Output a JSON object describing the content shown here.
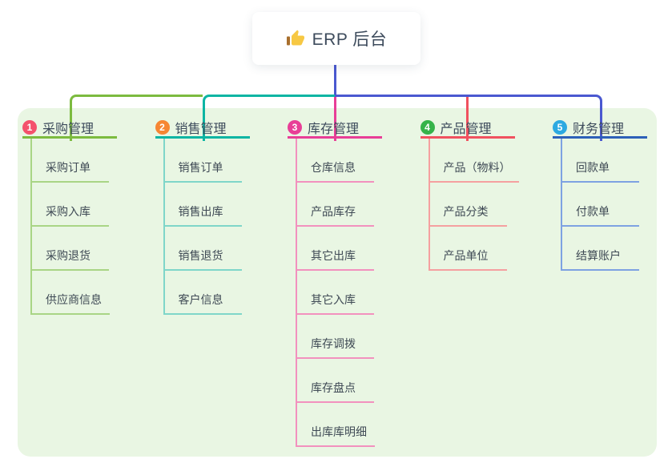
{
  "root": {
    "label": "ERP 后台",
    "icon": "thumbs-up-icon"
  },
  "connector": {
    "root_color": "#4A58D0"
  },
  "colors": {
    "panel_bg": "#E9F6E3",
    "node_text": "#3D4B5C",
    "child_text": "#3F4A55",
    "thumb_yellow": "#F7C843",
    "thumb_cuff": "#A86F2D"
  },
  "branches": [
    {
      "badge": "1",
      "badge_color": "#F4516C",
      "label": "采购管理",
      "line_color": "#7CBB3F",
      "child_line_color": "#A9D585",
      "drop_color": "#7CBB3F",
      "children": [
        "采购订单",
        "采购入库",
        "采购退货",
        "供应商信息"
      ]
    },
    {
      "badge": "2",
      "badge_color": "#F68633",
      "label": "销售管理",
      "line_color": "#0CB5A3",
      "child_line_color": "#7FD6C9",
      "drop_color": "#0CB5A3",
      "children": [
        "销售订单",
        "销售出库",
        "销售退货",
        "客户信息"
      ]
    },
    {
      "badge": "3",
      "badge_color": "#E83E97",
      "label": "库存管理",
      "line_color": "#E83E97",
      "child_line_color": "#F291BE",
      "drop_color": "#E83E97",
      "children": [
        "仓库信息",
        "产品库存",
        "其它出库",
        "其它入库",
        "库存调拨",
        "库存盘点",
        "出库库明细"
      ]
    },
    {
      "badge": "4",
      "badge_color": "#36B34A",
      "label": "产品管理",
      "line_color": "#F0515F",
      "child_line_color": "#F5A0A0",
      "drop_color": "#F0515F",
      "children": [
        "产品（物料）",
        "产品分类",
        "产品单位"
      ]
    },
    {
      "badge": "5",
      "badge_color": "#2CA9E1",
      "label": "财务管理",
      "line_color": "#2D60B8",
      "child_line_color": "#7EA2E2",
      "drop_color": "#4A58D0",
      "children": [
        "回款单",
        "付款单",
        "结算账户"
      ]
    }
  ]
}
